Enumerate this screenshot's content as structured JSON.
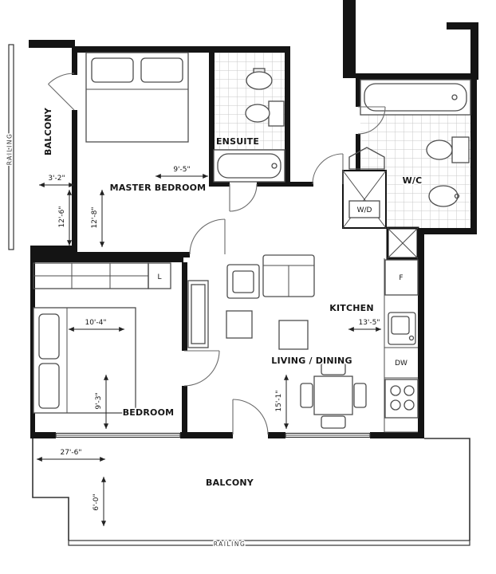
{
  "labels": {
    "master_bedroom": "MASTER BEDROOM",
    "ensuite": "ENSUITE",
    "wc": "W/C",
    "wd": "W/D",
    "kitchen": "KITCHEN",
    "living_dining": "LIVING / DINING",
    "bedroom": "BEDROOM",
    "balcony_left": "BALCONY",
    "balcony_bottom": "BALCONY",
    "railing_left": "RAILING",
    "railing_bottom": "RAILING",
    "linen_closet": "L",
    "fridge": "F",
    "dishwasher": "DW"
  },
  "dimensions": {
    "balcony_left_depth": "3'-2\"",
    "balcony_left_length": "12'-6\"",
    "master_bedroom_width": "9'-5\"",
    "master_bedroom_length": "12'-8\"",
    "bedroom_width": "10'-4\"",
    "bedroom_length": "9'-3\"",
    "living_dining_length": "15'-1\"",
    "kitchen_width": "13'-5\"",
    "balcony_bottom_width": "27'-6\"",
    "balcony_bottom_depth": "6'-0\""
  },
  "colors": {
    "wall": "#141414",
    "fixture_line": "#4d4d4d",
    "tile_line": "#c9c9c9",
    "background": "#ffffff"
  }
}
